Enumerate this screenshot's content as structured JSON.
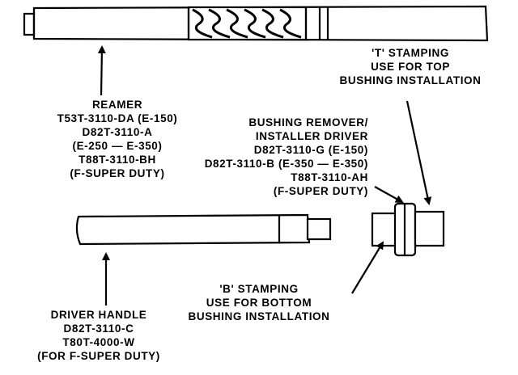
{
  "reamer": {
    "lines": [
      "REAMER",
      "T53T-3110-DA (E-150)",
      "D82T-3110-A",
      "(E-250 — E-350)",
      "T88T-3110-BH",
      "(F-SUPER DUTY)"
    ]
  },
  "t_stamping": {
    "lines": [
      "'T' STAMPING",
      "USE FOR TOP",
      "BUSHING INSTALLATION"
    ]
  },
  "bushing_driver": {
    "lines": [
      "BUSHING REMOVER/",
      "INSTALLER DRIVER",
      "D82T-3110-G (E-150)",
      "D82T-3110-B (E-350 — E-350)",
      "T88T-3110-AH",
      "(F-SUPER DUTY)"
    ]
  },
  "b_stamping": {
    "lines": [
      "'B' STAMPING",
      "USE FOR BOTTOM",
      "BUSHING INSTALLATION"
    ]
  },
  "driver_handle": {
    "lines": [
      "DRIVER HANDLE",
      "D82T-3110-C",
      "T80T-4000-W",
      "(FOR F-SUPER DUTY)"
    ]
  },
  "colors": {
    "ink": "#000000",
    "paper": "#ffffff"
  }
}
